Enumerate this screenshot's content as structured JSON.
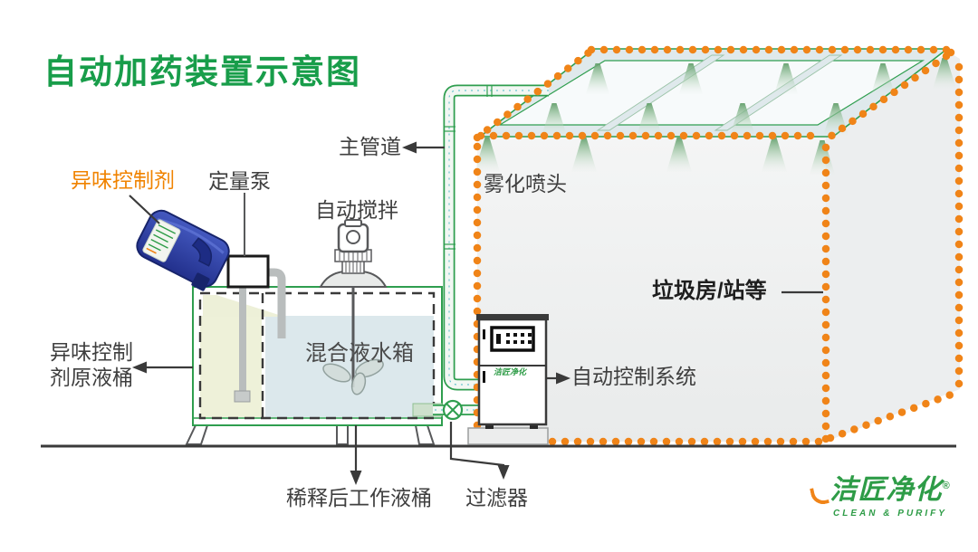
{
  "title": "自动加药装置示意图",
  "labels": {
    "odor_control_agent": "异味控制剂",
    "metering_pump": "定量泵",
    "auto_stirring": "自动搅拌",
    "main_pipeline": "主管道",
    "atomizing_nozzle": "雾化喷头",
    "garbage_room": "垃圾房/站等",
    "auto_control_system": "自动控制系统",
    "raw_barrel_line1": "异味控制",
    "raw_barrel_line2": "剂原液桶",
    "mixed_liquid_tank": "混合液水箱",
    "diluted_working_barrel": "稀释后工作液桶",
    "filter": "过滤器"
  },
  "cabinet": {
    "brand_text": "洁匠净化"
  },
  "logo": {
    "name": "洁匠净化",
    "registered": "®",
    "tagline": "CLEAN & PURIFY"
  },
  "colors": {
    "title_green": "#189d4a",
    "pipe_green": "#2f9e4f",
    "accent_orange": "#f08418",
    "odor_label_orange": "#f08300",
    "jug_blue": "#2b3f9e",
    "liquid_blue": "#dce8ec",
    "liquid_yellow": "#eef1d9",
    "text_dark": "#3f3f3f",
    "logo_green": "#2e9c47"
  }
}
